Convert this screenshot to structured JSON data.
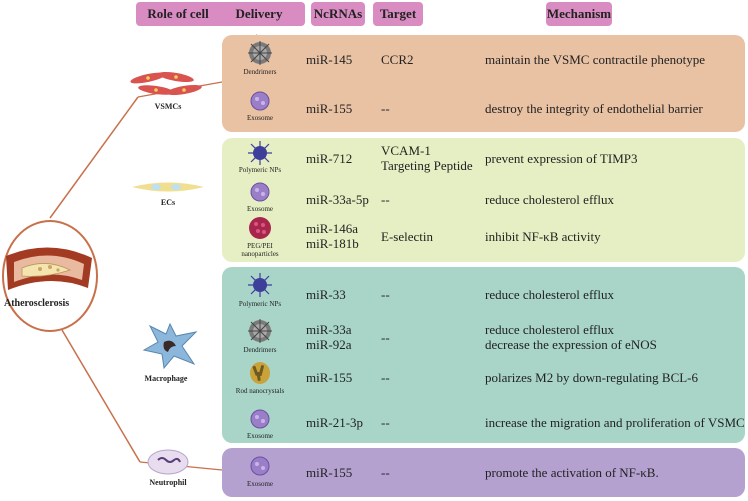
{
  "headers": {
    "role": "Role of cell",
    "delivery": "Delivery systems",
    "ncrnas": "NcRNAs",
    "target": "Target",
    "mechanism": "Mechanism"
  },
  "center": {
    "label": "Atherosclerosis"
  },
  "cells": {
    "vsmc": "VSMCs",
    "ec": "ECs",
    "macrophage": "Macrophage",
    "neutrophil": "Neutrophil"
  },
  "rows": [
    {
      "delivery": "Dendrimers",
      "ncrna": "miR-145",
      "target": "CCR2",
      "mechanism": "maintain the VSMC contractile phenotype"
    },
    {
      "delivery": "Exosome",
      "ncrna": "miR-155",
      "target": "--",
      "mechanism": "destroy the integrity of endothelial barrier"
    },
    {
      "delivery": "Polymeric NPs",
      "ncrna": "miR-712",
      "target_line1": "VCAM-1",
      "target_line2": "Targeting Peptide",
      "mechanism": "prevent expression of TIMP3"
    },
    {
      "delivery": "Exosome",
      "ncrna": "miR-33a-5p",
      "target": "--",
      "mechanism": "reduce cholesterol efflux"
    },
    {
      "delivery_line1": "PEG/PEI",
      "delivery_line2": "nanoparticles",
      "ncrna_line1": "miR-146a",
      "ncrna_line2": "miR-181b",
      "target": "E-selectin",
      "mechanism": "inhibit NF-κB activity"
    },
    {
      "delivery": "Polymeric NPs",
      "ncrna": "miR-33",
      "target": "--",
      "mechanism": "reduce cholesterol efflux"
    },
    {
      "delivery": "Dendrimers",
      "ncrna_line1": "miR-33a",
      "ncrna_line2": "miR-92a",
      "target": "--",
      "mechanism_line1": "reduce cholesterol efflux",
      "mechanism_line2": "decrease the expression of eNOS"
    },
    {
      "delivery": "Rod nanocrystals",
      "ncrna": "miR-155",
      "target": "--",
      "mechanism": "polarizes M2 by down-regulating BCL-6"
    },
    {
      "delivery": "Exosome",
      "ncrna": "miR-21-3p",
      "target": "--",
      "mechanism": "increase the migration and proliferation of VSMC"
    },
    {
      "delivery": "Exosome",
      "ncrna": "miR-155",
      "target": "--",
      "mechanism": "promote the activation of NF-κB."
    }
  ],
  "colors": {
    "header": "#d98cc2",
    "vsmc_panel": "#e9c1a3",
    "ec_panel": "#e6efc3",
    "macrophage_panel": "#a8d5c8",
    "neutrophil_panel": "#b4a1cf",
    "connector": "#c8704a"
  }
}
